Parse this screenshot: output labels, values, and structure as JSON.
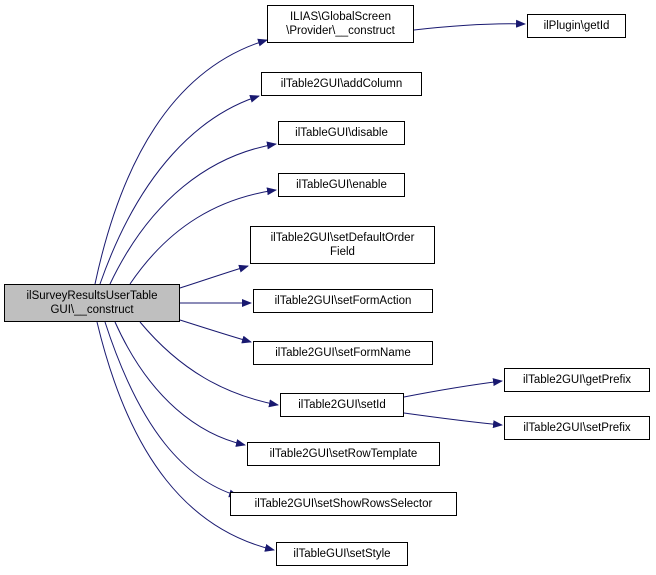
{
  "root": {
    "label": "ilSurveyResultsUserTable\nGUI\\__construct"
  },
  "nodes": {
    "ilias_provider": {
      "label": "ILIAS\\GlobalScreen\n\\Provider\\__construct"
    },
    "plugin_getid": {
      "label": "ilPlugin\\getId"
    },
    "addcolumn": {
      "label": "ilTable2GUI\\addColumn"
    },
    "disable": {
      "label": "ilTableGUI\\disable"
    },
    "enable": {
      "label": "ilTableGUI\\enable"
    },
    "setdefaultorder": {
      "label": "ilTable2GUI\\setDefaultOrder\nField"
    },
    "setformaction": {
      "label": "ilTable2GUI\\setFormAction"
    },
    "setformname": {
      "label": "ilTable2GUI\\setFormName"
    },
    "setid": {
      "label": "ilTable2GUI\\setId"
    },
    "getprefix": {
      "label": "ilTable2GUI\\getPrefix"
    },
    "setprefix": {
      "label": "ilTable2GUI\\setPrefix"
    },
    "setrowtemplate": {
      "label": "ilTable2GUI\\setRowTemplate"
    },
    "setshowrows": {
      "label": "ilTable2GUI\\setShowRowsSelector"
    },
    "setstyle": {
      "label": "ilTableGUI\\setStyle"
    }
  },
  "edges": [
    [
      "root",
      "ilias_provider"
    ],
    [
      "root",
      "addcolumn"
    ],
    [
      "root",
      "disable"
    ],
    [
      "root",
      "enable"
    ],
    [
      "root",
      "setdefaultorder"
    ],
    [
      "root",
      "setformaction"
    ],
    [
      "root",
      "setformname"
    ],
    [
      "root",
      "setid"
    ],
    [
      "root",
      "setrowtemplate"
    ],
    [
      "root",
      "setshowrows"
    ],
    [
      "root",
      "setstyle"
    ],
    [
      "ilias_provider",
      "plugin_getid"
    ],
    [
      "setid",
      "getprefix"
    ],
    [
      "setid",
      "setprefix"
    ]
  ],
  "colors": {
    "edge": "#191970",
    "node_border": "#000000",
    "root_fill": "#bfbfbf",
    "node_fill": "#ffffff"
  }
}
